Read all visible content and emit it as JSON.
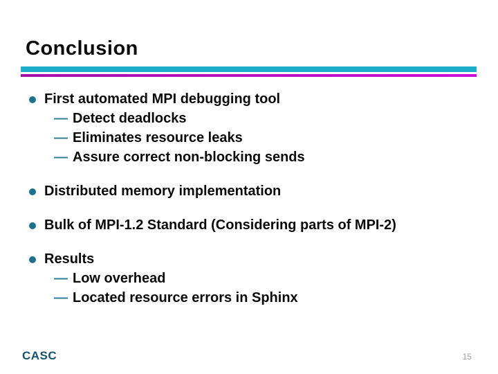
{
  "slide": {
    "title": "Conclusion",
    "bullets": [
      {
        "text": "First automated MPI debugging tool",
        "sub_items": [
          "Detect deadlocks",
          "Eliminates resource leaks",
          "Assure correct non-blocking sends"
        ]
      },
      {
        "text": "Distributed memory implementation",
        "sub_items": []
      },
      {
        "text": "Bulk of MPI-1.2 Standard (Considering parts of MPI-2)",
        "sub_items": []
      },
      {
        "text": "Results",
        "sub_items": [
          "Low overhead",
          "Located resource errors in Sphinx"
        ]
      }
    ],
    "footer": {
      "logo": "CASC",
      "page_number": "15"
    },
    "colors": {
      "teal_bar": "#1caecb",
      "magenta_bar_start": "#a311a8",
      "magenta_bar_end": "#cc0ed8",
      "bullet": "#1e708d",
      "dash": "#2f7f90",
      "logo": "#17536e",
      "page_number": "#9e9e9e",
      "text": "#0a0a0a"
    },
    "sub_dash_glyph": "—"
  }
}
